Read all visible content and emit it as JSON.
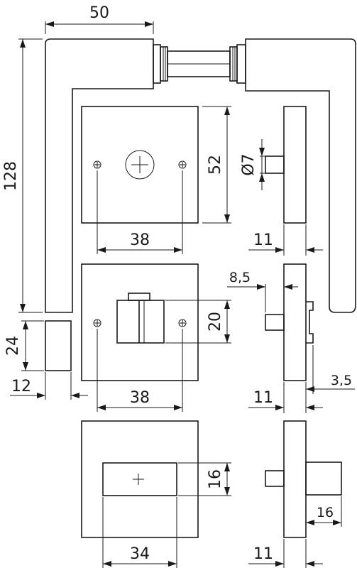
{
  "dimensions": {
    "lever_length": "50",
    "lever_height": "128",
    "rose_size": "52",
    "spindle_diameter": "Ø7",
    "screw_spacing_top": "38",
    "rose_thickness_top": "11",
    "slot_offset": "8,5",
    "turn_height": "20",
    "screw_spacing_middle": "38",
    "rose_thickness_middle": "11",
    "rose_projection": "3,5",
    "lever_end_height": "24",
    "lever_end_width": "12",
    "release_height": "16",
    "release_width": "34",
    "rose_thickness_bottom": "11",
    "release_depth": "16"
  }
}
